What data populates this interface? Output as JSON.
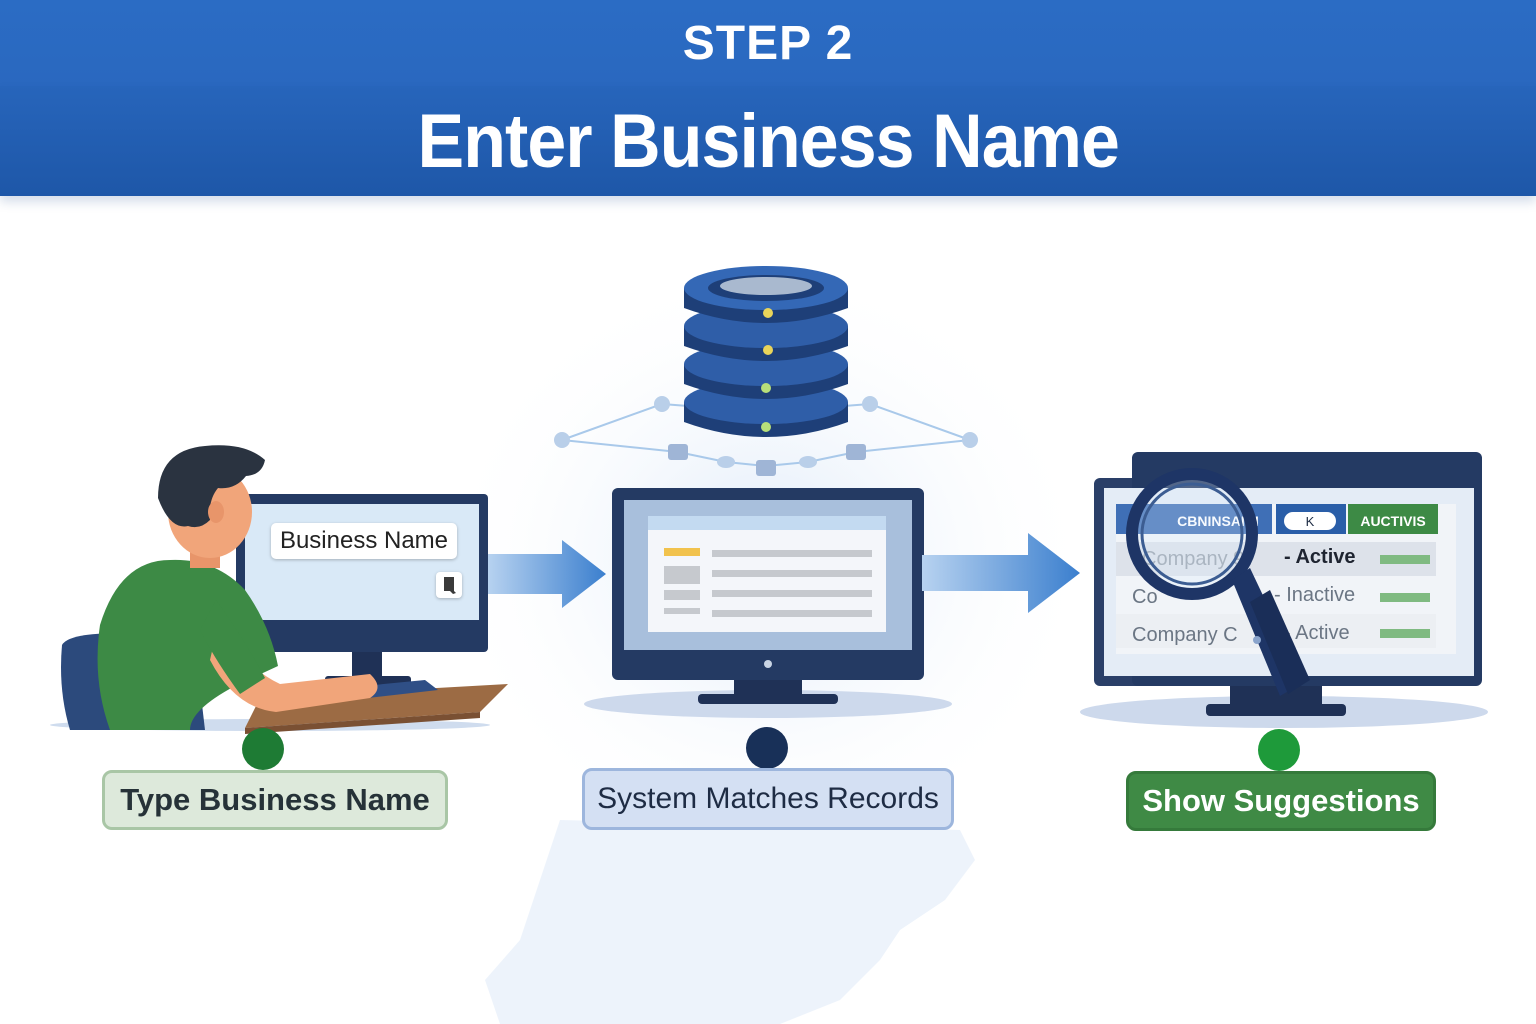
{
  "header": {
    "step": "STEP 2",
    "title": "Enter Business Name"
  },
  "panels": [
    {
      "label": "Type Business Name",
      "dot_color": "#1e7b34",
      "input_label": "Business Name"
    },
    {
      "label": "System Matches Records",
      "dot_color": "#183058"
    },
    {
      "label": "Show Suggestions",
      "dot_color": "#1e9a3a"
    }
  ],
  "results_table": {
    "headers": [
      "CBNINSAICI",
      "K",
      "AUCTIVIS"
    ],
    "rows": [
      {
        "name": "Company 9",
        "status": "- Active"
      },
      {
        "name": "Co",
        "status": "- Inactive"
      },
      {
        "name": "Company C",
        "status": "- Active"
      }
    ]
  },
  "colors": {
    "header_blue": "#2a68bf",
    "monitor_navy": "#243a63",
    "shirt_green": "#3d8a45",
    "arrow_blue": "#3b7fce",
    "active_green": "#5fae68"
  },
  "icons": [
    "database-icon",
    "monitor-icon",
    "magnifier-icon",
    "arrow-right-icon",
    "person-icon",
    "search-icon"
  ]
}
